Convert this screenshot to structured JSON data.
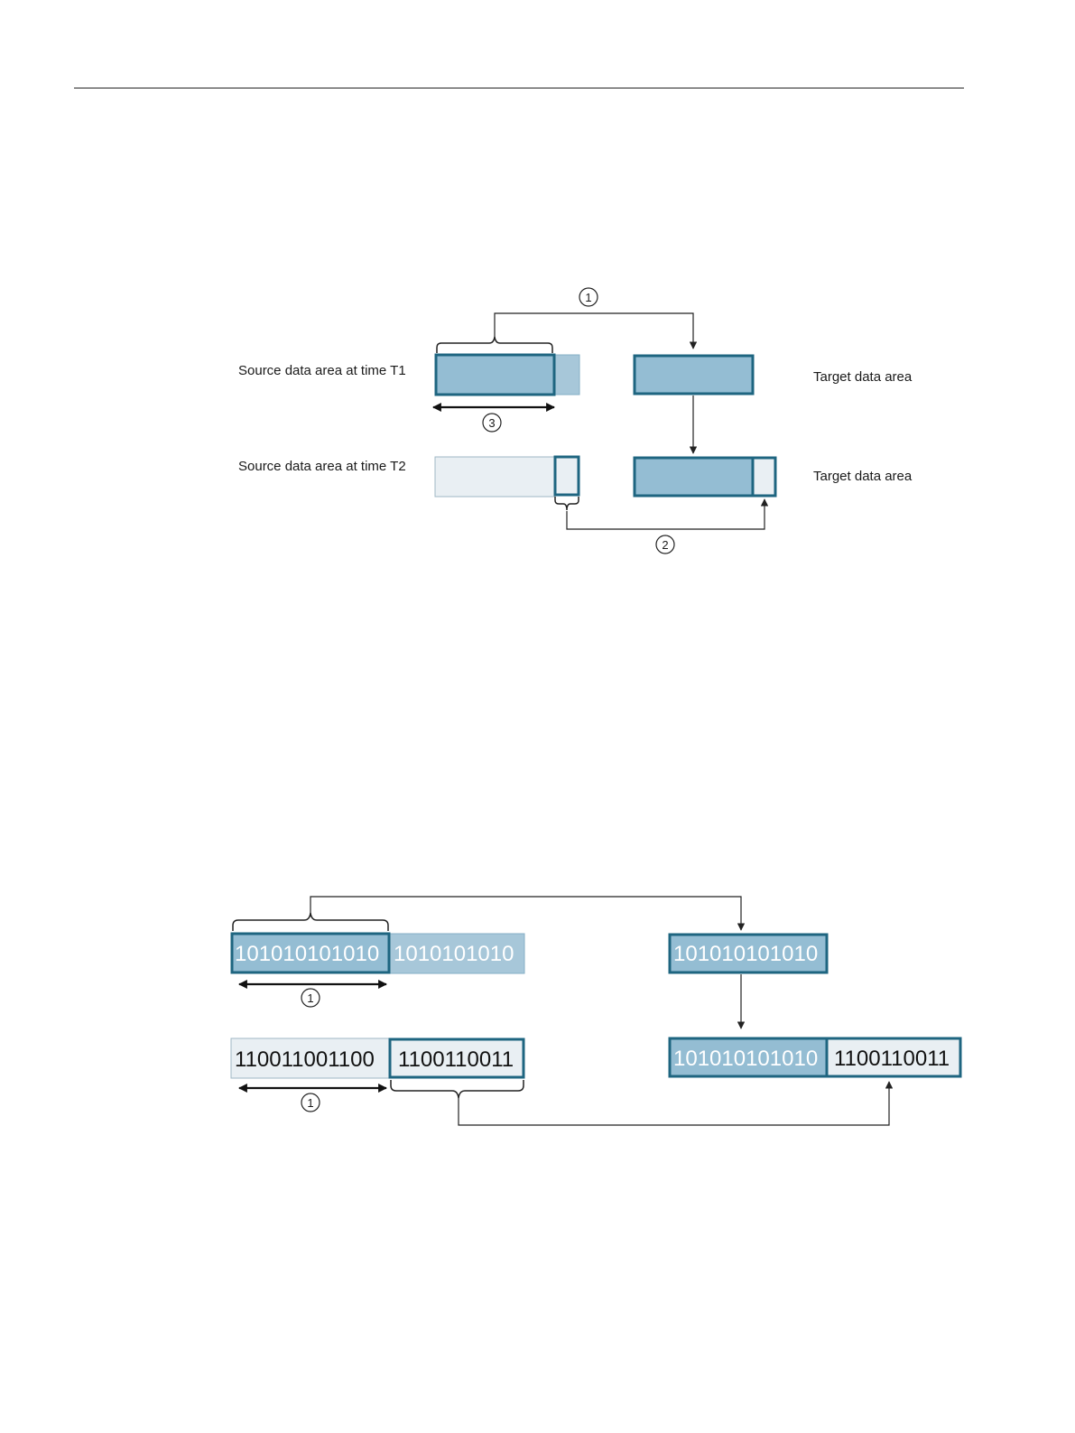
{
  "diagram1": {
    "label_source_t1": "Source data area at time T1",
    "label_source_t2": "Source data area at time T2",
    "label_target_1": "Target data area",
    "label_target_2": "Target data area",
    "marker_1": "1",
    "marker_2": "2",
    "marker_3": "3"
  },
  "diagram2": {
    "src_t1_main": "101010101010",
    "src_t1_extra": "1010101010",
    "target_top": "101010101010",
    "src_t2_main": "110011001100",
    "src_t2_extra": "1100110011",
    "target_bottom_left": "101010101010",
    "target_bottom_right": "1100110011",
    "marker_top": "1",
    "marker_bottom": "1"
  },
  "colors": {
    "fill_dark": "#94bdd3",
    "fill_medium": "#a7c7d9",
    "fill_light": "#e9eff3",
    "border_dark": "#1e6580",
    "line": "#222222"
  }
}
